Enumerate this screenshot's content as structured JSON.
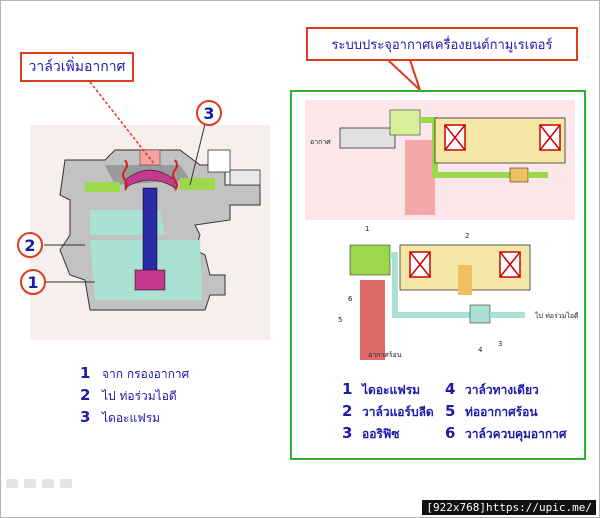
{
  "left_title": "วาล์วเพิ่มอากาศ",
  "right_title": "ระบบประจุอากาศเครื่องยนต์กามูเรเตอร์",
  "left_callouts": [
    "3",
    "2",
    "1"
  ],
  "left_legend": [
    {
      "num": "1",
      "text": "จาก กรองอากาศ"
    },
    {
      "num": "2",
      "text": "ไป ท่อร่วมไอดี"
    },
    {
      "num": "3",
      "text": "ไดอะแฟรม"
    }
  ],
  "right_top_labels": {
    "air": "อากาศ"
  },
  "right_bottom_labels": {
    "n1": "1",
    "n2": "2",
    "n3": "3",
    "n4": "4",
    "n5": "5",
    "n6": "6",
    "hot_air": "อากาศร้อน",
    "to_manifold": "ไป ท่อร่วมไอดี"
  },
  "right_legend_col1": [
    {
      "num": "1",
      "text": "ไดอะแฟรม"
    },
    {
      "num": "2",
      "text": "วาล์วแอร์บลีด"
    },
    {
      "num": "3",
      "text": "ออริฟิซ"
    }
  ],
  "right_legend_col2": [
    {
      "num": "4",
      "text": "วาล์วทางเดียว"
    },
    {
      "num": "5",
      "text": "ท่ออากาศร้อน"
    },
    {
      "num": "6",
      "text": "วาล์วควบคุมอากาศ"
    }
  ],
  "footer": "[922x768]https://upic.me/",
  "colors": {
    "accent_red": "#e03a1e",
    "text_blue": "#1a1aa8",
    "panel_green": "#2fb02f"
  }
}
